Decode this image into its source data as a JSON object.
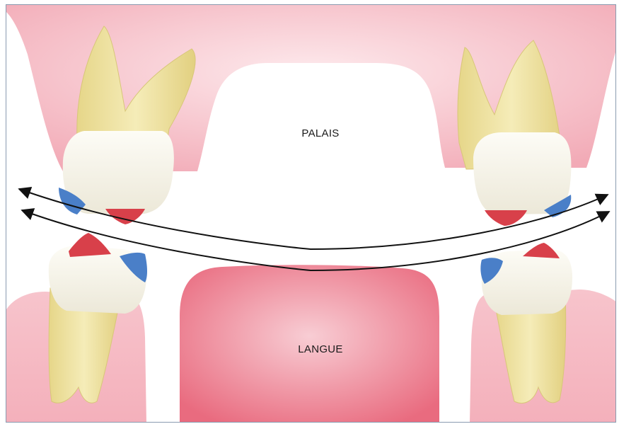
{
  "labels": {
    "palais": "PALAIS",
    "langue": "LANGUE"
  },
  "colors": {
    "gum": "#f4b3be",
    "gum_light": "#fbe2e6",
    "tongue": "#ee7f90",
    "tongue_light": "#f7c3cb",
    "root": "#efe3a3",
    "root_dark": "#d9c977",
    "crown": "#f7f5ec",
    "cusp_red": "#d8404a",
    "cusp_blue": "#4a7fc8",
    "arrow": "#111111",
    "frame": "#8a9bb0"
  },
  "icons": {
    "arrows": "double-headed-curved-arrow"
  }
}
